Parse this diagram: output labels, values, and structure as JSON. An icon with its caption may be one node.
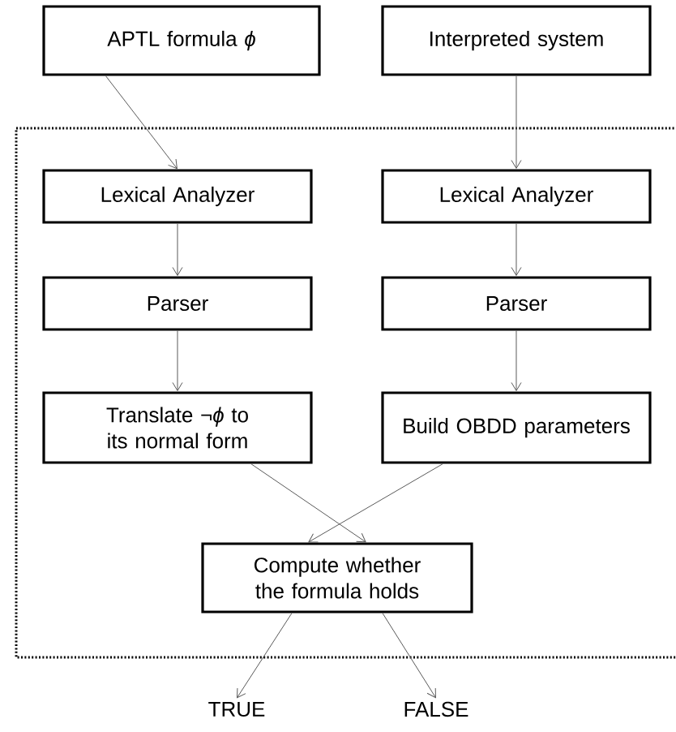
{
  "diagram": {
    "nodes": [
      {
        "text": [
          "APTL formula *ϕ*"
        ]
      },
      {
        "text": [
          "Interpreted system"
        ]
      },
      {
        "text": [
          "Lexical Analyzer"
        ]
      },
      {
        "text": [
          "Lexical Analyzer"
        ]
      },
      {
        "text": [
          "Parser"
        ]
      },
      {
        "text": [
          "Parser"
        ]
      },
      {
        "text": [
          "Translate ¬*ϕ* to its normal form"
        ]
      },
      {
        "text": [
          "Build OBDD parameters"
        ]
      },
      {
        "text": [
          "Compute whether the formula holds"
        ]
      },
      {
        "text": [
          "TRUE"
        ]
      },
      {
        "text": [
          "FALSE"
        ]
      }
    ],
    "edges": [
      {
        "from": 0,
        "to": 2,
        "arrow": "to"
      },
      {
        "from": 1,
        "to": 3,
        "arrow": "to"
      },
      {
        "from": 2,
        "to": 4,
        "arrow": "to"
      },
      {
        "from": 3,
        "to": 5,
        "arrow": "to"
      },
      {
        "from": 4,
        "to": 6,
        "arrow": "to"
      },
      {
        "from": 5,
        "to": 7,
        "arrow": "to"
      },
      {
        "from": 6,
        "to": 8,
        "arrow": "to"
      },
      {
        "from": 7,
        "to": 8,
        "arrow": "to"
      },
      {
        "from": 8,
        "to": 9,
        "arrow": "to"
      },
      {
        "from": 8,
        "to": 10,
        "arrow": "to"
      }
    ]
  }
}
